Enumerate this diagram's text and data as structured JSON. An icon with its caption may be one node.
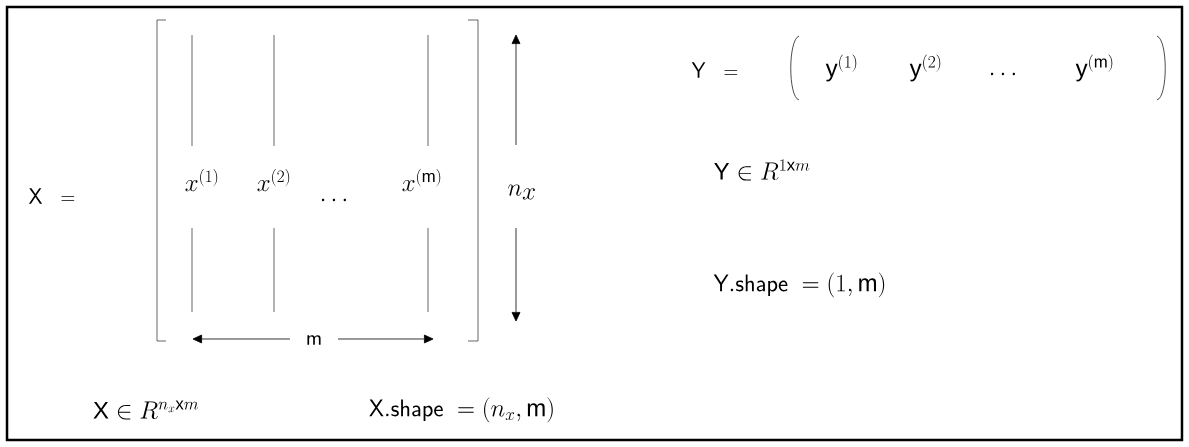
{
  "diagram": {
    "labels": [
      "\\mathsf{X}\\ \\ =",
      "x^{(1)}",
      "x^{(2)}",
      "\\ldots",
      "x^{(\\mathrm{m})}",
      "n_x",
      "\\mathsf{m}",
      "\\mathsf{Y}\\ \\ =",
      "\\mathrm{y}^{(1)}",
      "\\mathrm{y}^{(2)}",
      "\\ldots",
      "\\mathrm{y}^{(\\mathrm{m})}",
      "\\mathrm{Y}\\in R^{1\\mathrm{x}m}",
      "\\mathsf{Y.shape}\\ =(1,\\mathrm{m})",
      "\\mathrm{X}\\in R^{n_x\\mathrm{x}m}",
      "\\mathsf{X.shape}\\ =(n_x,\\mathrm{m})"
    ]
  }
}
